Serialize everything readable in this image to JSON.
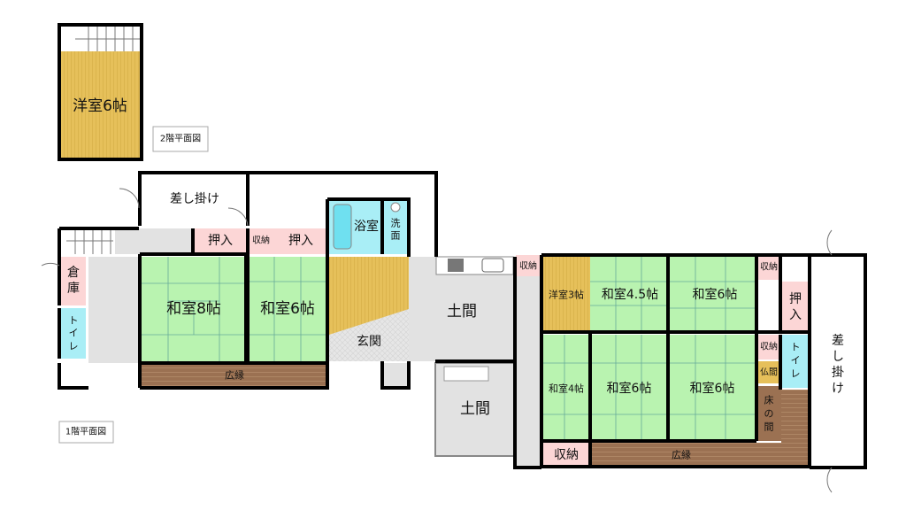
{
  "floor2": {
    "caption": "2階平面図",
    "rooms": {
      "western6": "洋室6帖"
    }
  },
  "floor1": {
    "caption": "1階平面図",
    "rooms": {
      "sashikake_top": "差し掛け",
      "oshiire1": "押入",
      "shuno1": "収納",
      "oshiire2": "押入",
      "bath": "浴室",
      "washroom": [
        "洗",
        "面"
      ],
      "storage": [
        "倉",
        "庫"
      ],
      "toilet1": [
        "ト",
        "イ",
        "レ"
      ],
      "washitsu8": "和室8帖",
      "washitsu6a": "和室6帖",
      "genkan": "玄関",
      "hiroen1": "広縁",
      "doma1": "土間",
      "doma2": "土間",
      "shuno2": "収納",
      "youshitsu3": "洋室3帖",
      "washitsu45": "和室4.5帖",
      "washitsu6b": "和室6帖",
      "shuno3": "収納",
      "oshiire3": [
        "押",
        "入"
      ],
      "washitsu4": "和室4帖",
      "washitsu6c": "和室6帖",
      "washitsu6d": "和室6帖",
      "shuno4": "収納",
      "butsuma": "仏間",
      "tokonoma": [
        "床",
        "の",
        "間"
      ],
      "toilet2": [
        "ト",
        "イ",
        "レ"
      ],
      "shuno5": "収納",
      "hiroen2": "広縁",
      "sashikake_right": [
        "差",
        "し",
        "掛",
        "け"
      ]
    }
  },
  "colors": {
    "tatami": "#b9f3b0",
    "storage": "#fcd6d6",
    "water": "#a9eef6",
    "floor_gray": "#e2e2e2",
    "wood_yellow": "#e6c05a",
    "veranda_brown": "#9b7152"
  }
}
